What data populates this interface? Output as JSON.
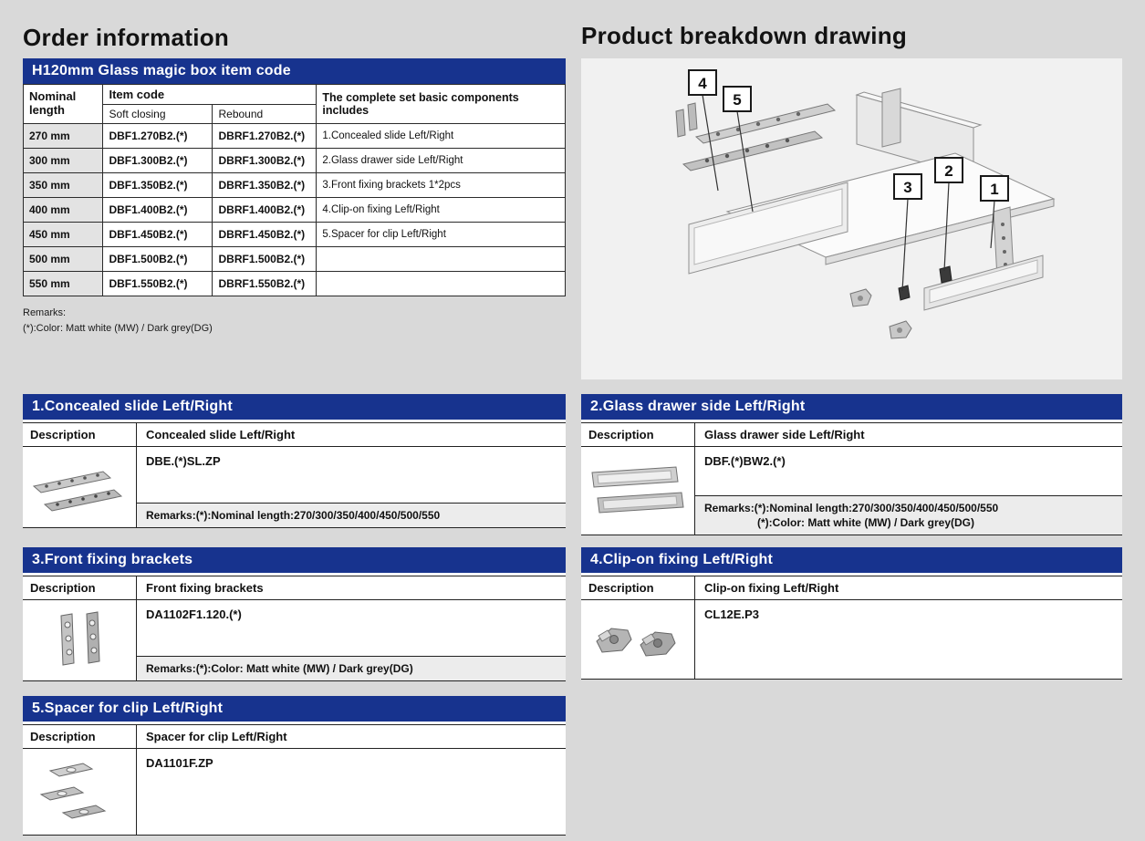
{
  "titles": {
    "left": "Order information",
    "right": "Product breakdown drawing"
  },
  "order_table": {
    "header": "H120mm Glass magic box item code",
    "columns": {
      "nominal": "Nominal length",
      "item_code": "Item code",
      "soft": "Soft closing",
      "rebound": "Rebound",
      "components": "The complete set basic components includes"
    },
    "rows": [
      {
        "length": "270 mm",
        "soft": "DBF1.270B2.(*)",
        "rebound": "DBRF1.270B2.(*)",
        "component": "1.Concealed slide  Left/Right"
      },
      {
        "length": "300 mm",
        "soft": "DBF1.300B2.(*)",
        "rebound": "DBRF1.300B2.(*)",
        "component": "2.Glass drawer side Left/Right"
      },
      {
        "length": "350 mm",
        "soft": "DBF1.350B2.(*)",
        "rebound": "DBRF1.350B2.(*)",
        "component": "3.Front fixing brackets 1*2pcs"
      },
      {
        "length": "400 mm",
        "soft": "DBF1.400B2.(*)",
        "rebound": "DBRF1.400B2.(*)",
        "component": "4.Clip-on fixing Left/Right"
      },
      {
        "length": "450 mm",
        "soft": "DBF1.450B2.(*)",
        "rebound": "DBRF1.450B2.(*)",
        "component": "5.Spacer for clip Left/Right"
      },
      {
        "length": "500 mm",
        "soft": "DBF1.500B2.(*)",
        "rebound": "DBRF1.500B2.(*)",
        "component": ""
      },
      {
        "length": "550 mm",
        "soft": "DBF1.550B2.(*)",
        "rebound": "DBRF1.550B2.(*)",
        "component": ""
      }
    ],
    "remarks_label": "Remarks:",
    "remarks_line": "(*):Color: Matt white (MW) / Dark grey(DG)"
  },
  "drawing": {
    "labels": [
      "1",
      "2",
      "3",
      "4",
      "5"
    ]
  },
  "panels": [
    {
      "title": "1.Concealed slide  Left/Right",
      "desc_label": "Description",
      "name": "Concealed slide  Left/Right",
      "code": "DBE.(*)SL.ZP",
      "remarks1": "Remarks:(*):Nominal length:270/300/350/400/450/500/550",
      "remarks2": ""
    },
    {
      "title": "2.Glass drawer side Left/Right",
      "desc_label": "Description",
      "name": "Glass drawer side Left/Right",
      "code": "DBF.(*)BW2.(*)",
      "remarks1": "Remarks:(*):Nominal length:270/300/350/400/450/500/550",
      "remarks2": "(*):Color: Matt white (MW) / Dark grey(DG)"
    },
    {
      "title": "3.Front fixing brackets",
      "desc_label": "Description",
      "name": "Front fixing brackets",
      "code": "DA1102F1.120.(*)",
      "remarks1": "Remarks:(*):Color: Matt white (MW) / Dark grey(DG)",
      "remarks2": ""
    },
    {
      "title": "4.Clip-on fixing Left/Right",
      "desc_label": "Description",
      "name": "Clip-on fixing Left/Right",
      "code": "CL12E.P3",
      "remarks1": "",
      "remarks2": ""
    },
    {
      "title": "5.Spacer for clip Left/Right",
      "desc_label": "Description",
      "name": "Spacer for clip Left/Right",
      "code": "DA1101F.ZP",
      "remarks1": "",
      "remarks2": ""
    }
  ],
  "icons": {
    "panel_1": "concealed-slide-illustration",
    "panel_2": "glass-drawer-side-illustration",
    "panel_3": "front-fixing-brackets-illustration",
    "panel_4": "clip-on-fixing-illustration",
    "panel_5": "spacer-for-clip-illustration"
  },
  "colors": {
    "header_blue": "#17338e",
    "remarks_bg": "#ececec",
    "row_shade": "#e3e3e3",
    "drawing_bg": "#f1f1f1",
    "page_bg": "#d9d9d9"
  }
}
